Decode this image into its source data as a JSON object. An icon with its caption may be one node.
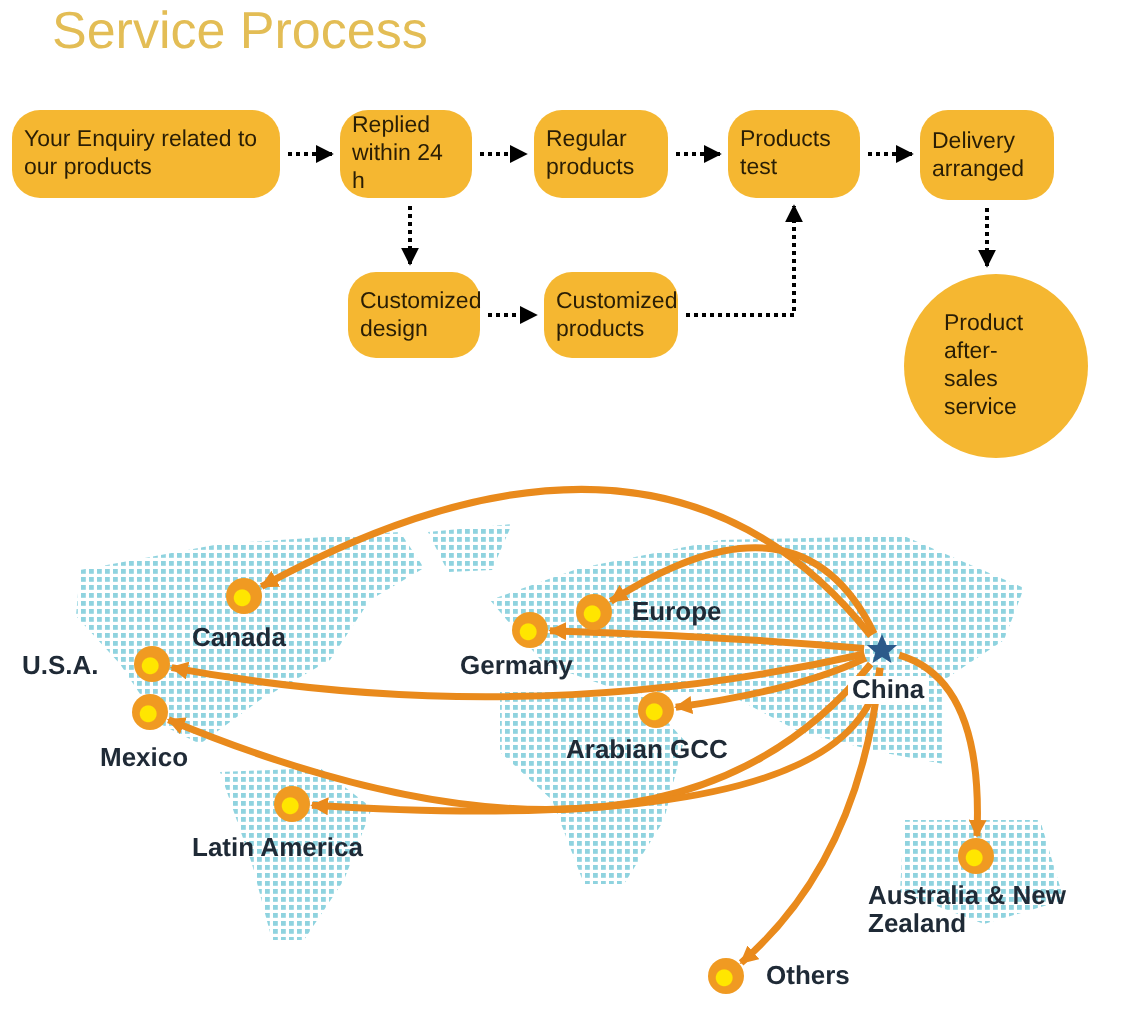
{
  "diagram": {
    "title": "Service Process",
    "nodes": [
      {
        "text": [
          "Your Enquiry related to our products"
        ]
      },
      {
        "text": [
          "Replied within 24 h"
        ]
      },
      {
        "text": [
          "Regular products"
        ]
      },
      {
        "text": [
          "Products test"
        ]
      },
      {
        "text": [
          "Delivery arranged"
        ]
      },
      {
        "text": [
          "Customized design"
        ]
      },
      {
        "text": [
          "Customized products"
        ]
      },
      {
        "text": [
          "Product after-sales service"
        ]
      },
      {
        "text": [],
        "shape": "star",
        "beside": [
          "China"
        ]
      },
      {
        "text": [],
        "shape": "circle",
        "beside": [
          "Canada"
        ]
      },
      {
        "text": [],
        "shape": "circle",
        "beside": [
          "Europe"
        ]
      },
      {
        "text": [],
        "shape": "circle",
        "beside": [
          "Germany"
        ]
      },
      {
        "text": [],
        "shape": "circle",
        "beside": [
          "U.S.A."
        ]
      },
      {
        "text": [],
        "shape": "circle",
        "beside": [
          "Arabian GCC"
        ]
      },
      {
        "text": [],
        "shape": "circle",
        "beside": [
          "Mexico"
        ]
      },
      {
        "text": [],
        "shape": "circle",
        "beside": [
          "Latin America"
        ]
      },
      {
        "text": [],
        "shape": "circle",
        "beside": [
          "Australia & New Zealand"
        ]
      },
      {
        "text": [],
        "shape": "circle",
        "beside": [
          "Others"
        ]
      }
    ],
    "edges": [
      {
        "from": 0,
        "to": 1,
        "arrow": "to",
        "style": "dashed",
        "color": "#000000"
      },
      {
        "from": 1,
        "to": 2,
        "arrow": "to",
        "style": "dashed",
        "color": "#000000"
      },
      {
        "from": 2,
        "to": 3,
        "arrow": "to",
        "style": "dashed",
        "color": "#000000"
      },
      {
        "from": 3,
        "to": 4,
        "arrow": "to",
        "style": "dashed",
        "color": "#000000"
      },
      {
        "from": 1,
        "to": 5,
        "arrow": "to",
        "style": "dashed",
        "color": "#000000"
      },
      {
        "from": 5,
        "to": 6,
        "arrow": "to",
        "style": "dashed",
        "color": "#000000"
      },
      {
        "from": 6,
        "to": 3,
        "arrow": "to",
        "style": "dashed",
        "color": "#000000"
      },
      {
        "from": 4,
        "to": 7,
        "arrow": "to",
        "style": "dashed",
        "color": "#000000"
      },
      {
        "from": 8,
        "to": 9,
        "arrow": "to"
      },
      {
        "from": 8,
        "to": 10,
        "arrow": "to"
      },
      {
        "from": 8,
        "to": 11,
        "arrow": "to"
      },
      {
        "from": 8,
        "to": 12,
        "arrow": "to"
      },
      {
        "from": 8,
        "to": 13,
        "arrow": "to"
      },
      {
        "from": 8,
        "to": 14,
        "arrow": "to"
      },
      {
        "from": 8,
        "to": 15,
        "arrow": "to"
      },
      {
        "from": 8,
        "to": 16,
        "arrow": "to"
      },
      {
        "from": 8,
        "to": 17,
        "arrow": "to"
      }
    ]
  }
}
